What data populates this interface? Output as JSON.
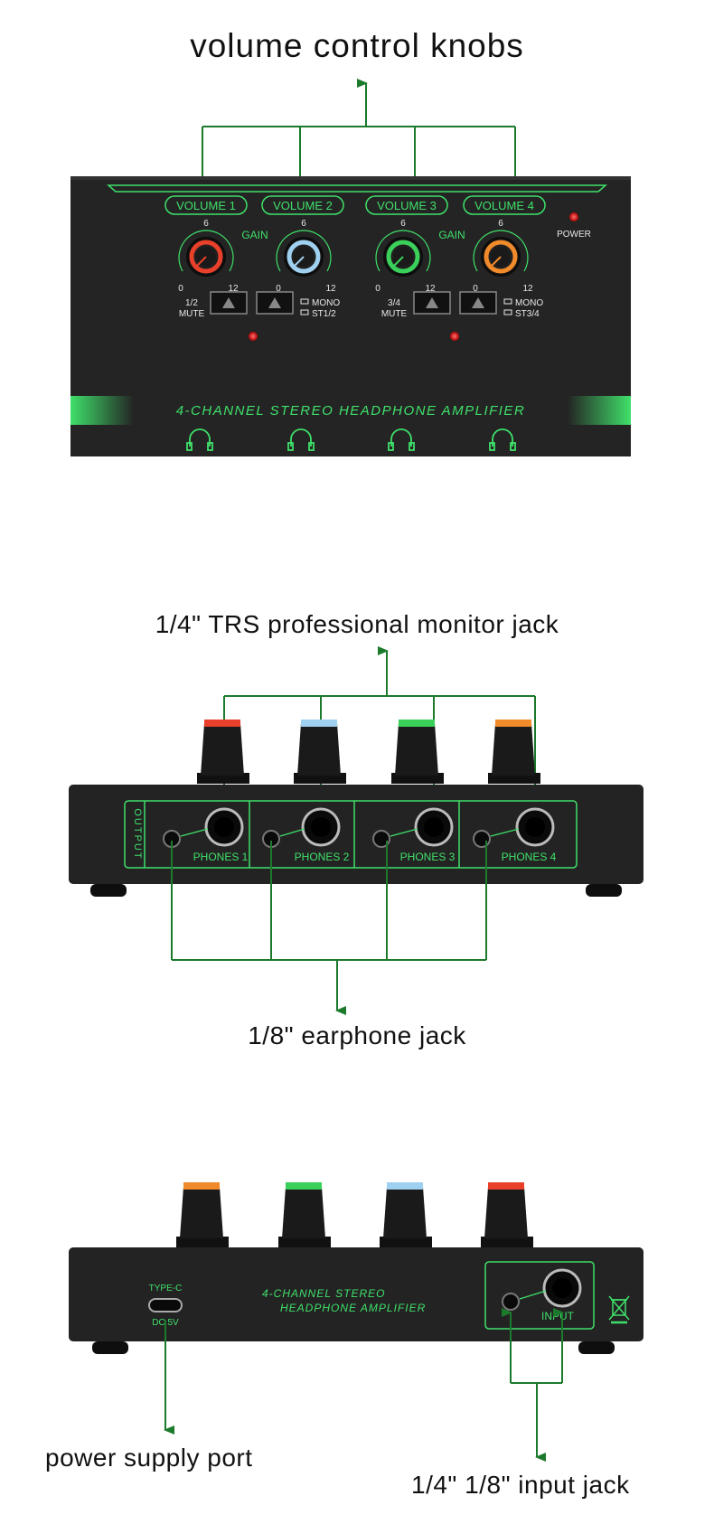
{
  "captions": {
    "knobs": "volume control knobs",
    "trs": "1/4\" TRS professional monitor jack",
    "earphone": "1/8\" earphone jack",
    "power": "power supply port",
    "input": "1/4\" 1/8\" input jack"
  },
  "front_panel": {
    "volume_labels": [
      "VOLUME 1",
      "VOLUME 2",
      "VOLUME 3",
      "VOLUME 4"
    ],
    "gain": "GAIN",
    "scale_mid": "6",
    "scale_min": "0",
    "scale_max": "12",
    "power": "POWER",
    "mute_1": "1/2",
    "mute_1b": "MUTE",
    "mute_2": "3/4",
    "mute_2b": "MUTE",
    "mono_1": "MONO",
    "st_1": "ST1/2",
    "mono_2": "MONO",
    "st_2": "ST3/4",
    "title": "4-CHANNEL STEREO HEADPHONE AMPLIFIER",
    "knob_colors": [
      "#e8402a",
      "#9fd0f0",
      "#3ad05a",
      "#f08a2a"
    ]
  },
  "output_panel": {
    "output": "OUTPUT",
    "phones": [
      "PHONES 1",
      "PHONES 2",
      "PHONES 3",
      "PHONES 4"
    ]
  },
  "rear_panel": {
    "type_c": "TYPE-C",
    "dc": "DC 5V",
    "title_1": "4-CHANNEL STEREO",
    "title_2": "HEADPHONE AMPLIFIER",
    "input": "INPUT",
    "weee_icon": "crossed-bin-icon"
  },
  "colors": {
    "accent_green": "#3fe06a",
    "arrow_green": "#1c7a2c",
    "body": "#232323"
  }
}
